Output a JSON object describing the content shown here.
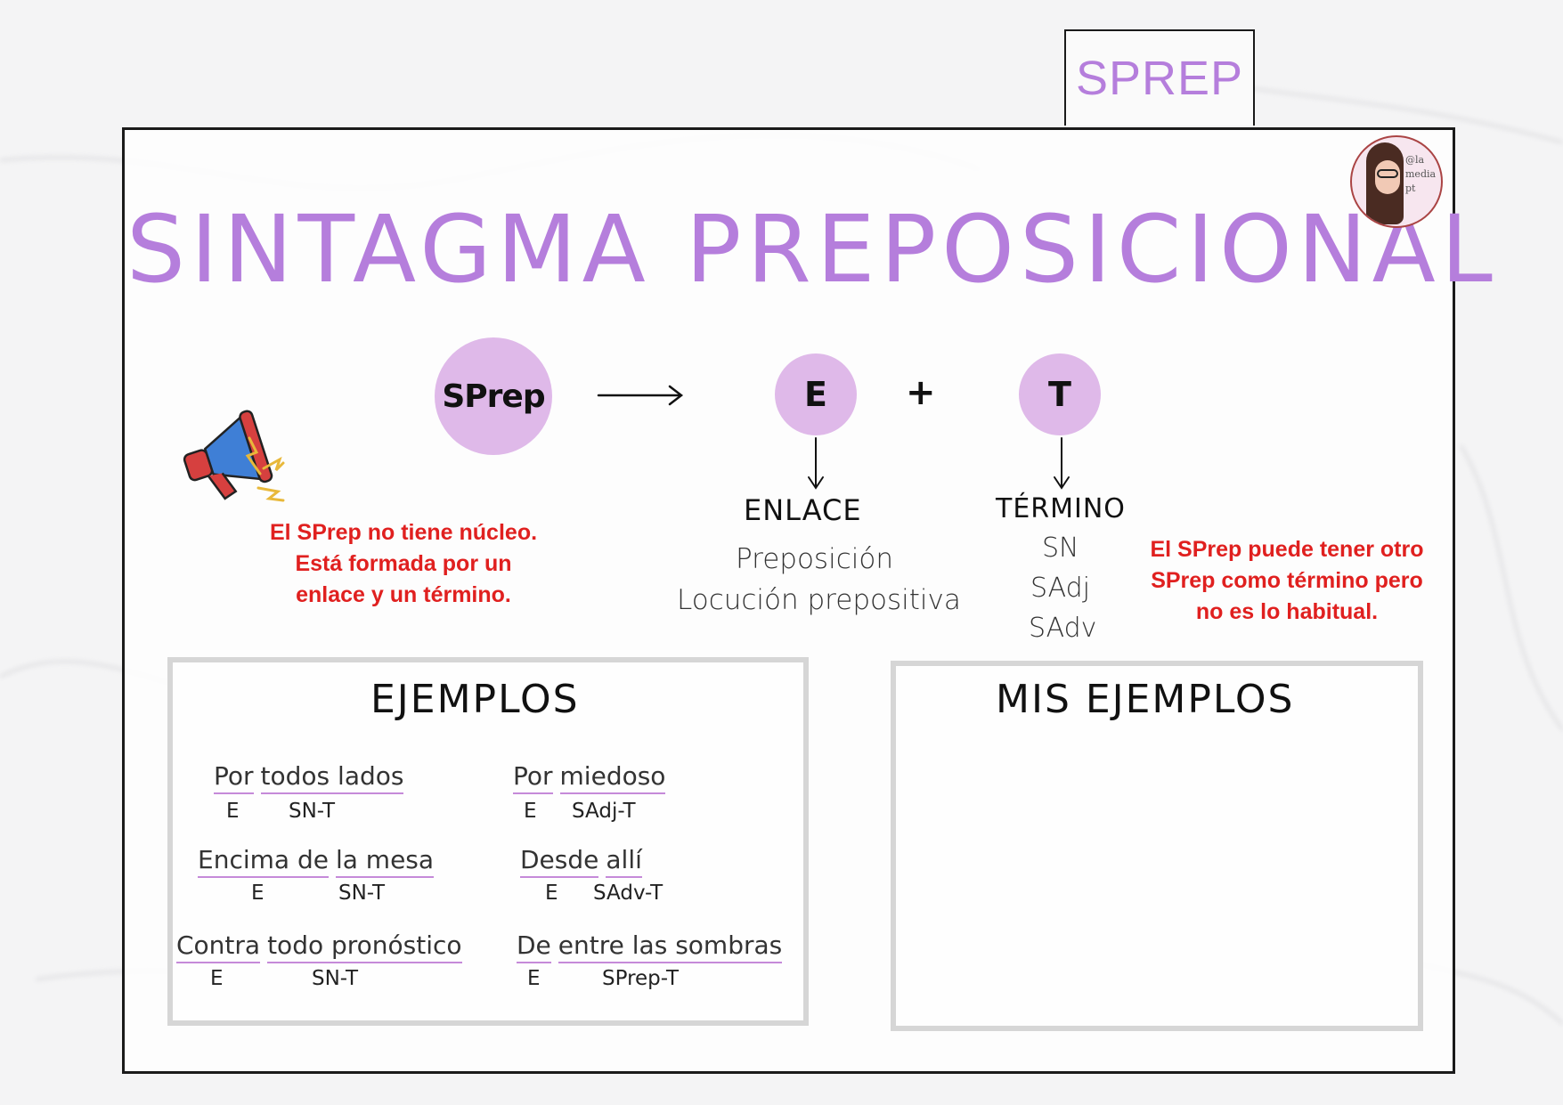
{
  "tab": {
    "label": "SPREP"
  },
  "title": "SINTAGMA PREPOSICIONAL",
  "avatar": {
    "handle_lines": [
      "@la",
      "media",
      "pt"
    ]
  },
  "formula": {
    "sprep": "SPrep",
    "e": "E",
    "plus": "+",
    "t": "T"
  },
  "enlace": {
    "heading": "ENLACE",
    "items": [
      "Preposición",
      "Locución prepositiva"
    ]
  },
  "termino": {
    "heading": "TÉRMINO",
    "items": [
      "SN",
      "SAdj",
      "SAdv"
    ]
  },
  "notes": {
    "left": [
      "El SPrep no tiene núcleo.",
      "Está formada por un",
      "enlace y un término."
    ],
    "right": [
      "El SPrep puede tener otro",
      "SPrep como término pero",
      "no es lo habitual."
    ]
  },
  "ejemplos": {
    "title": "EJEMPLOS",
    "items": [
      {
        "words": [
          "Por",
          "todos lados"
        ],
        "labels": [
          "E",
          "SN-T"
        ]
      },
      {
        "words": [
          "Por",
          "miedoso"
        ],
        "labels": [
          "E",
          "SAdj-T"
        ]
      },
      {
        "words": [
          "Encima de",
          "la mesa"
        ],
        "labels": [
          "E",
          "SN-T"
        ]
      },
      {
        "words": [
          "Desde",
          "allí"
        ],
        "labels": [
          "E",
          "SAdv-T"
        ]
      },
      {
        "words": [
          "Contra",
          "todo pronóstico"
        ],
        "labels": [
          "E",
          "SN-T"
        ]
      },
      {
        "words": [
          "De",
          "entre las sombras"
        ],
        "labels": [
          "E",
          "SPrep-T"
        ]
      }
    ]
  },
  "mis_ejemplos": {
    "title": "MIS EJEMPLOS"
  },
  "colors": {
    "accent": "#b57edc",
    "circle": "#dfb9e9",
    "note_red": "#e0201f",
    "underline": "#c58ad9"
  },
  "icons": {
    "megaphone": "megaphone-icon",
    "arrow": "right-arrow-icon"
  }
}
